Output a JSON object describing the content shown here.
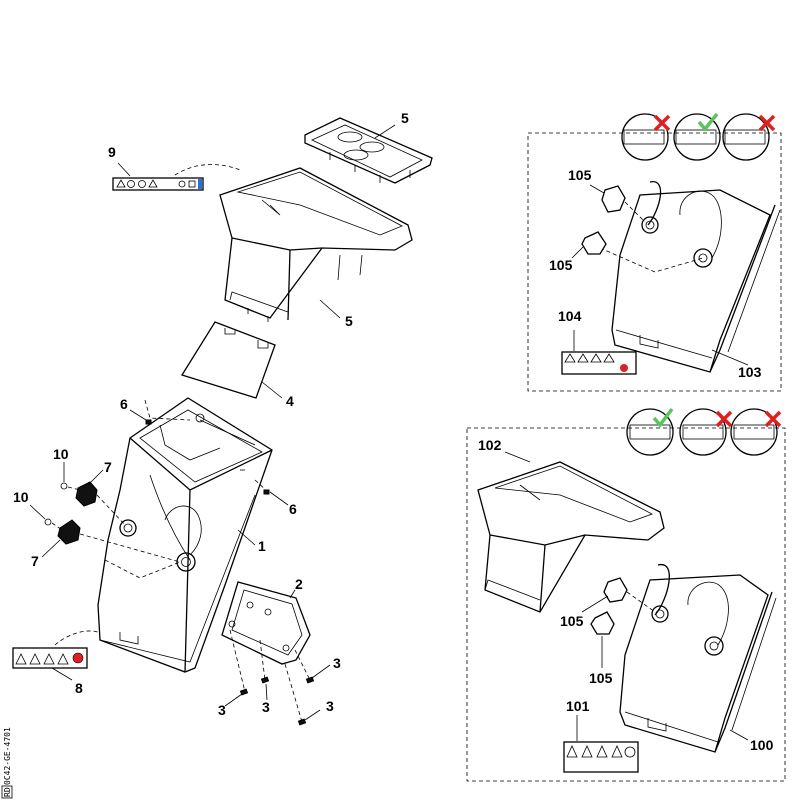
{
  "callouts": {
    "c1": "1",
    "c2": "2",
    "c3a": "3",
    "c3b": "3",
    "c3c": "3",
    "c3d": "3",
    "c4": "4",
    "c5a": "5",
    "c5b": "5",
    "c6a": "6",
    "c6b": "6",
    "c7a": "7",
    "c7b": "7",
    "c8": "8",
    "c9": "9",
    "c10a": "10",
    "c10b": "10",
    "c100": "100",
    "c101": "101",
    "c102": "102",
    "c103": "103",
    "c104": "104",
    "c105a": "105",
    "c105b": "105",
    "c105c": "105",
    "c105d": "105"
  },
  "reference": {
    "code": "0C42-GE-4701",
    "box": "RD"
  },
  "icons": {
    "valid": "check-icon",
    "invalid": "cross-icon",
    "valid_color": "#5cc45c",
    "invalid_color": "#e02020"
  }
}
